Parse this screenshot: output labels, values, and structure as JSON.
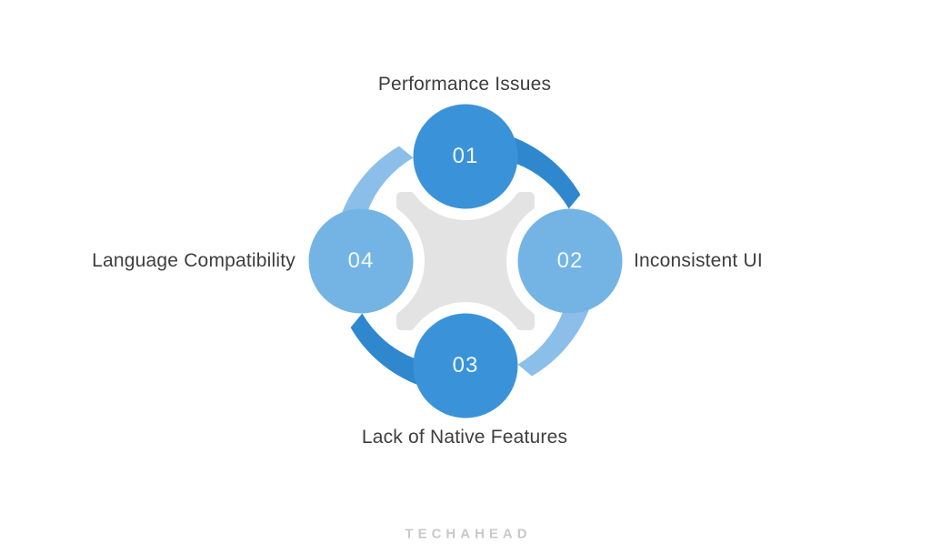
{
  "diagram": {
    "title_note": "cross-platform drawbacks cycle",
    "nodes": [
      {
        "id": "01",
        "label": "Performance Issues",
        "position": "top",
        "circle_color": "#3a93d9",
        "number_color": "#f2f8fd"
      },
      {
        "id": "02",
        "label": "Inconsistent UI",
        "position": "right",
        "circle_color": "#74b4e5",
        "number_color": "#f2f8fd"
      },
      {
        "id": "03",
        "label": "Lack of Native Features",
        "position": "bottom",
        "circle_color": "#3a93d9",
        "number_color": "#f2f8fd"
      },
      {
        "id": "04",
        "label": "Language Compatibility",
        "position": "left",
        "circle_color": "#74b4e5",
        "number_color": "#f2f8fd"
      }
    ],
    "arcs": [
      {
        "from": "01",
        "to": "02",
        "color": "#2f88ce"
      },
      {
        "from": "02",
        "to": "03",
        "color": "#8bbfe9"
      },
      {
        "from": "03",
        "to": "04",
        "color": "#2f88ce"
      },
      {
        "from": "04",
        "to": "01",
        "color": "#8bbfe9"
      }
    ],
    "center_shape_color": "#e3e3e3"
  },
  "footer": {
    "brand": "TECHAHEAD",
    "brand_color": "#c9c9c9"
  }
}
